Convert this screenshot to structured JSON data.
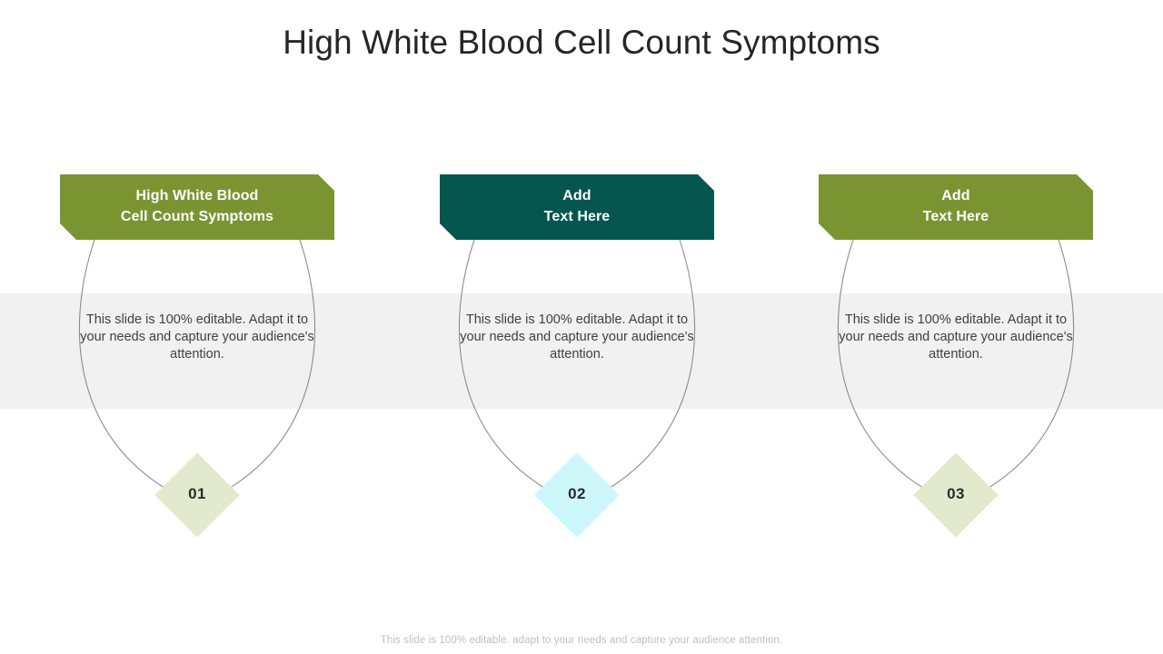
{
  "slide": {
    "title": "High White Blood Cell Count Symptoms",
    "background_color": "#ffffff",
    "title_color": "#262626",
    "band_color": "#f1f1f1",
    "footer_note": "This slide is 100% editable. adapt to your needs and capture your audience attention.",
    "footer_color": "#bfbfbf",
    "connector_color": "#8c8c8c"
  },
  "palette": {
    "olive": "#7b9432",
    "teal": "#04564f",
    "diamond_olive": "#e3e9cd",
    "diamond_cyan": "#ccf7fb",
    "banner_text": "#ffffff",
    "body_text": "#404040",
    "number_text": "#2b2b2b"
  },
  "columns": [
    {
      "number": "01",
      "banner_lines": [
        "High White Blood",
        "Cell Count Symptoms"
      ],
      "banner_color": "#7b9432",
      "diamond_color": "#e3e9cd",
      "body": "This slide is 100% editable. Adapt it to your needs and capture your audience's attention."
    },
    {
      "number": "02",
      "banner_lines": [
        "Add",
        "Text Here"
      ],
      "banner_color": "#04564f",
      "diamond_color": "#ccf7fb",
      "body": "This slide is 100% editable. Adapt it to your needs and capture your audience's attention."
    },
    {
      "number": "03",
      "banner_lines": [
        "Add",
        "Text Here"
      ],
      "banner_color": "#7b9432",
      "diamond_color": "#e3e9cd",
      "body": "This slide is 100% editable. Adapt it to your needs and capture your audience's attention."
    }
  ]
}
